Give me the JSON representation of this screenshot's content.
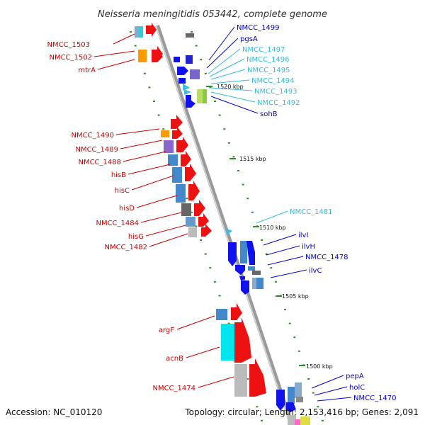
{
  "title": "Neisseria meningitidis 053442, complete genome",
  "footer": {
    "accession": "Accession: NC_010120",
    "topology": "Topology: circular; Length: 2,153,416 bp; Genes: 2,091"
  },
  "scale_labels": [
    "1520 kbp",
    "1515 kbp",
    "1510 kbp",
    "1505 kbp",
    "1500 kbp"
  ],
  "colors": {
    "backbone": "#8c8c8c",
    "tick": "#2e8b2e",
    "label_red": "#cc0000",
    "label_blue": "#0000cc",
    "label_cyan": "#33bbdd"
  },
  "left_labels": [
    "NMCC_1503",
    "NMCC_1502",
    "mtrA",
    "NMCC_1490",
    "NMCC_1489",
    "NMCC_1488",
    "hisB",
    "hisC",
    "hisD",
    "NMCC_1484",
    "hisG",
    "NMCC_1482",
    "argF",
    "acnB",
    "NMCC_1474"
  ],
  "right_labels": [
    "NMCC_1499",
    "pgsA",
    "NMCC_1497",
    "NMCC_1496",
    "NMCC_1495",
    "NMCC_1494",
    "NMCC_1493",
    "NMCC_1492",
    "sohB",
    "NMCC_1481",
    "ilvI",
    "ilvH",
    "NMCC_1478",
    "ilvC",
    "pepA",
    "holC",
    "NMCC_1470"
  ]
}
